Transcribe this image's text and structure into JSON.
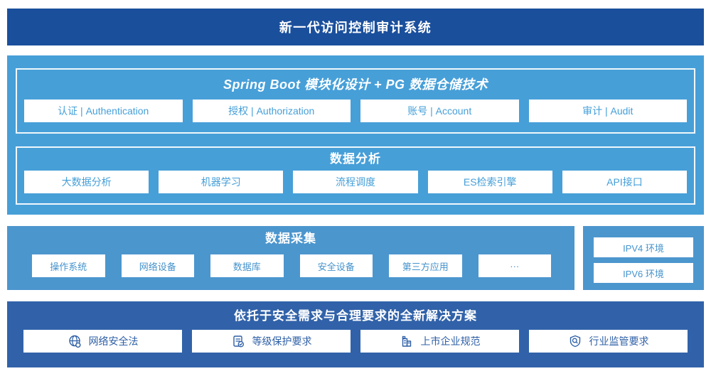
{
  "banner": {
    "title": "新一代访问控制审计系统"
  },
  "colors": {
    "banner_bg": "#1A4F9C",
    "platform_bg": "#479FD8",
    "collect_bg": "#4C96CE",
    "solution_bg": "#3162A9",
    "box_text_platform": "#459FD8",
    "box_text_collect": "#4593CC",
    "box_text_solution": "#2E5FA6"
  },
  "platform": {
    "title": "Spring Boot 模块化设计 + PG 数据仓储技术",
    "modules": [
      "认证 | Authentication",
      "授权 | Authorization",
      "账号 | Account",
      "审计 | Audit"
    ]
  },
  "analysis": {
    "title": "数据分析",
    "modules": [
      "大数据分析",
      "机器学习",
      "流程调度",
      "ES检索引擎",
      "API接口"
    ]
  },
  "collection": {
    "title": "数据采集",
    "sources": [
      "操作系统",
      "网络设备",
      "数据库",
      "安全设备",
      "第三方应用",
      "···"
    ]
  },
  "network": {
    "items": [
      "IPV4 环境",
      "IPV6 环境"
    ]
  },
  "solution": {
    "title": "依托于安全需求与合理要求的全新解决方案",
    "items": [
      {
        "icon": "globe-icon",
        "label": "网络安全法"
      },
      {
        "icon": "document-check-icon",
        "label": "等级保护要求"
      },
      {
        "icon": "building-icon",
        "label": "上市企业规范"
      },
      {
        "icon": "shield-search-icon",
        "label": "行业监管要求"
      }
    ]
  }
}
